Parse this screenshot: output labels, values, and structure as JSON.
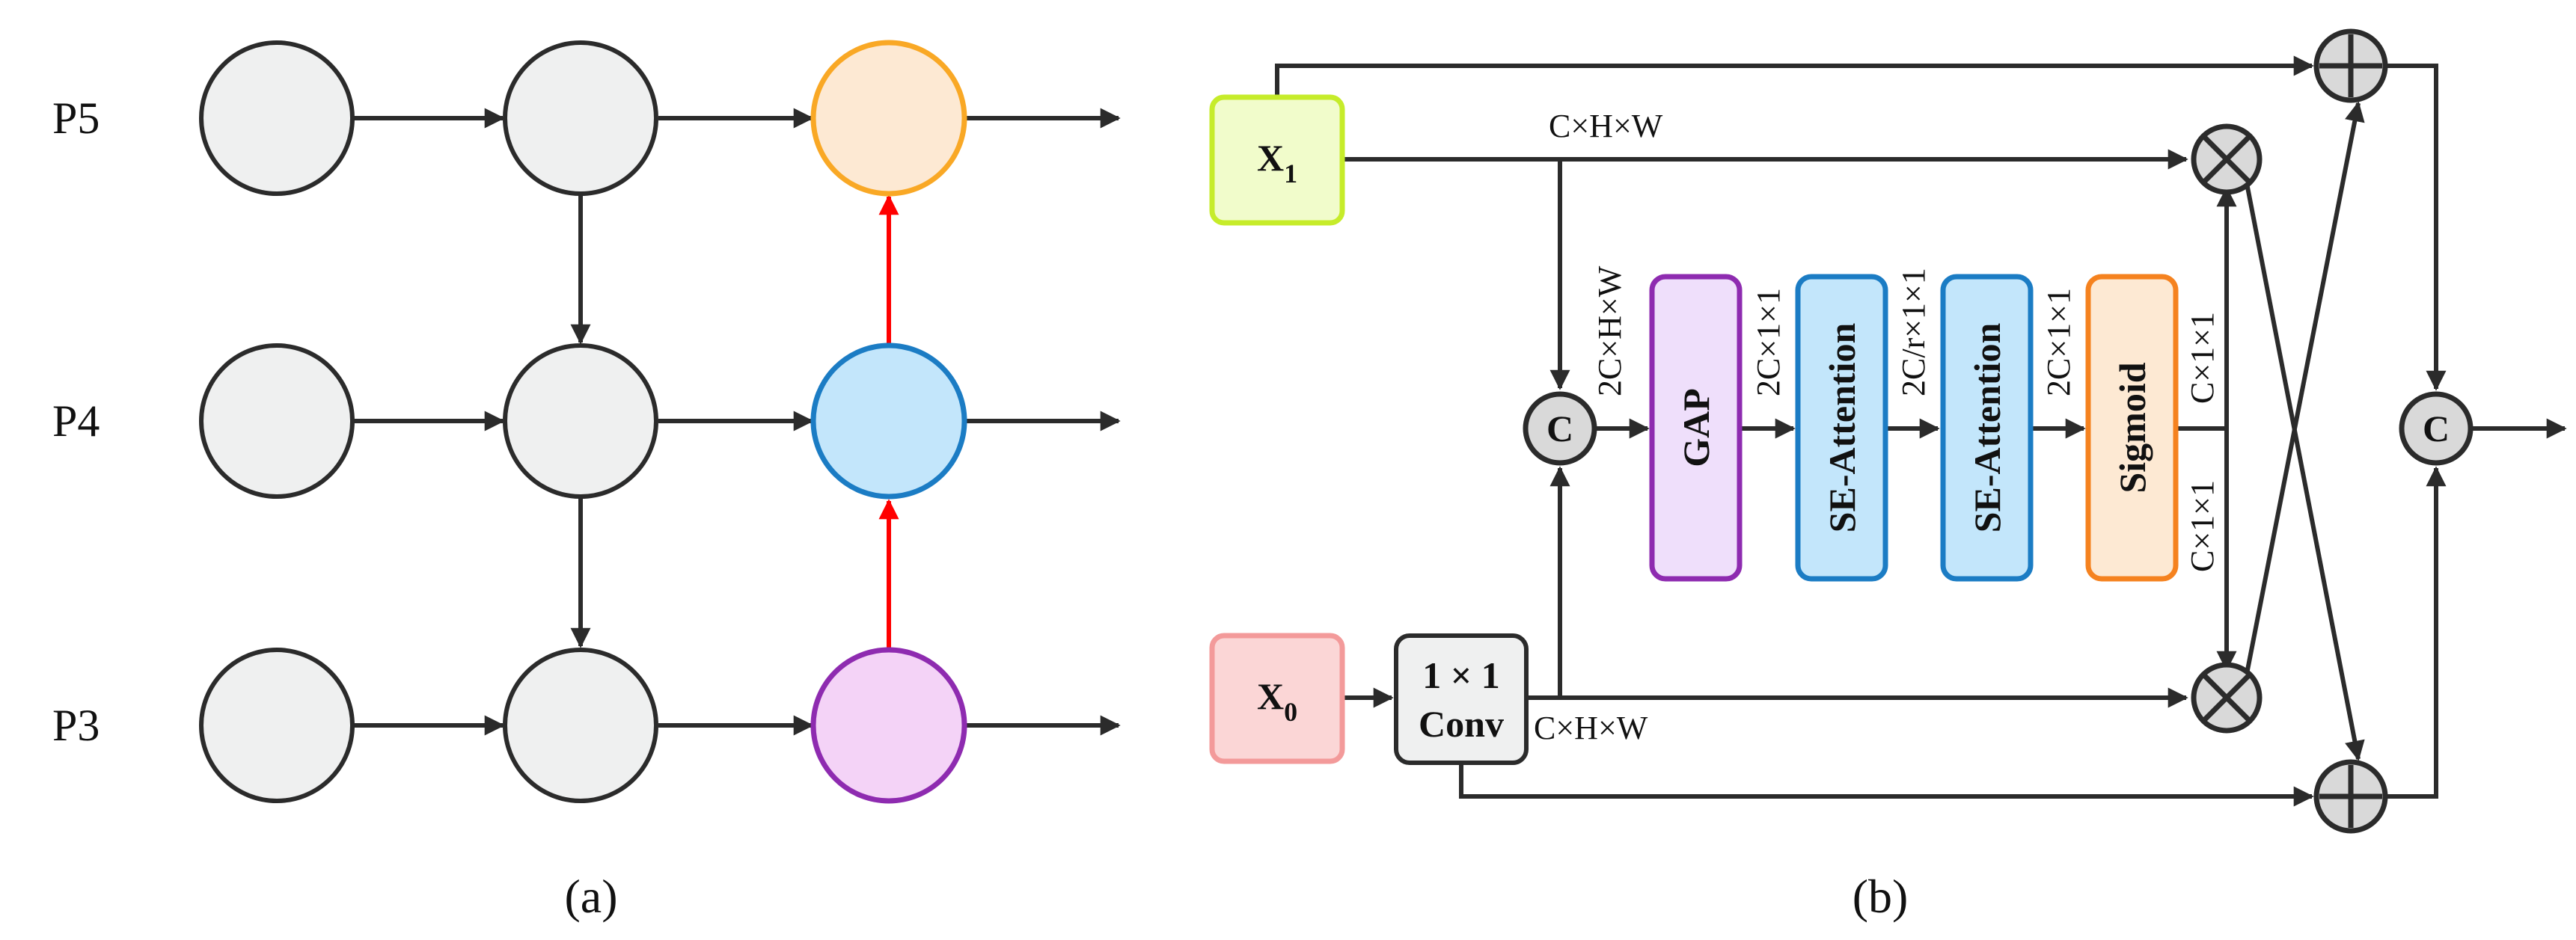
{
  "panel_a": {
    "caption": "(a)",
    "levels": [
      "P5",
      "P4",
      "P3"
    ],
    "colors": {
      "gray_node": "#eff0f0",
      "p5_out": "#fde9d3",
      "p5_out_border": "#f9a825",
      "p4_out": "#c3e6fb",
      "p4_out_border": "#1b7cc4",
      "p3_out": "#f4d3f7",
      "p3_out_border": "#8e2bb0",
      "red_arrow": "#ff0000"
    }
  },
  "panel_b": {
    "caption": "(b)",
    "x1": {
      "main": "X",
      "sub": "1"
    },
    "x0": {
      "main": "X",
      "sub": "0"
    },
    "conv": {
      "line1": "1 × 1",
      "line2": "Conv"
    },
    "concat_symbol": "C",
    "blocks": {
      "gap": "GAP",
      "se1": "SE-Attention",
      "se2": "SE-Attention",
      "sigmoid": "Sigmoid"
    },
    "dims": {
      "top": "C×H×W",
      "bottom": "C×H×W",
      "pre_gap": "2C×H×W",
      "post_gap": "2C×1×1",
      "post_se1": "2C/r×1×1",
      "post_se2": "2C×1×1",
      "sig_up": "C×1×1",
      "sig_down": "C×1×1"
    },
    "colors": {
      "x1_fill": "#f1fccb",
      "x1_border": "#c6ec2a",
      "x0_fill": "#fbd6d6",
      "x0_border": "#f39a9a",
      "gap_fill": "#efdffb",
      "gap_border": "#8e2bb0",
      "se_fill": "#c3e6fb",
      "se_border": "#1b7cc4",
      "sig_fill": "#fde9d3",
      "sig_border": "#f5821f",
      "conv_fill": "#eff0f0",
      "op_fill": "#d9d9d9"
    }
  }
}
